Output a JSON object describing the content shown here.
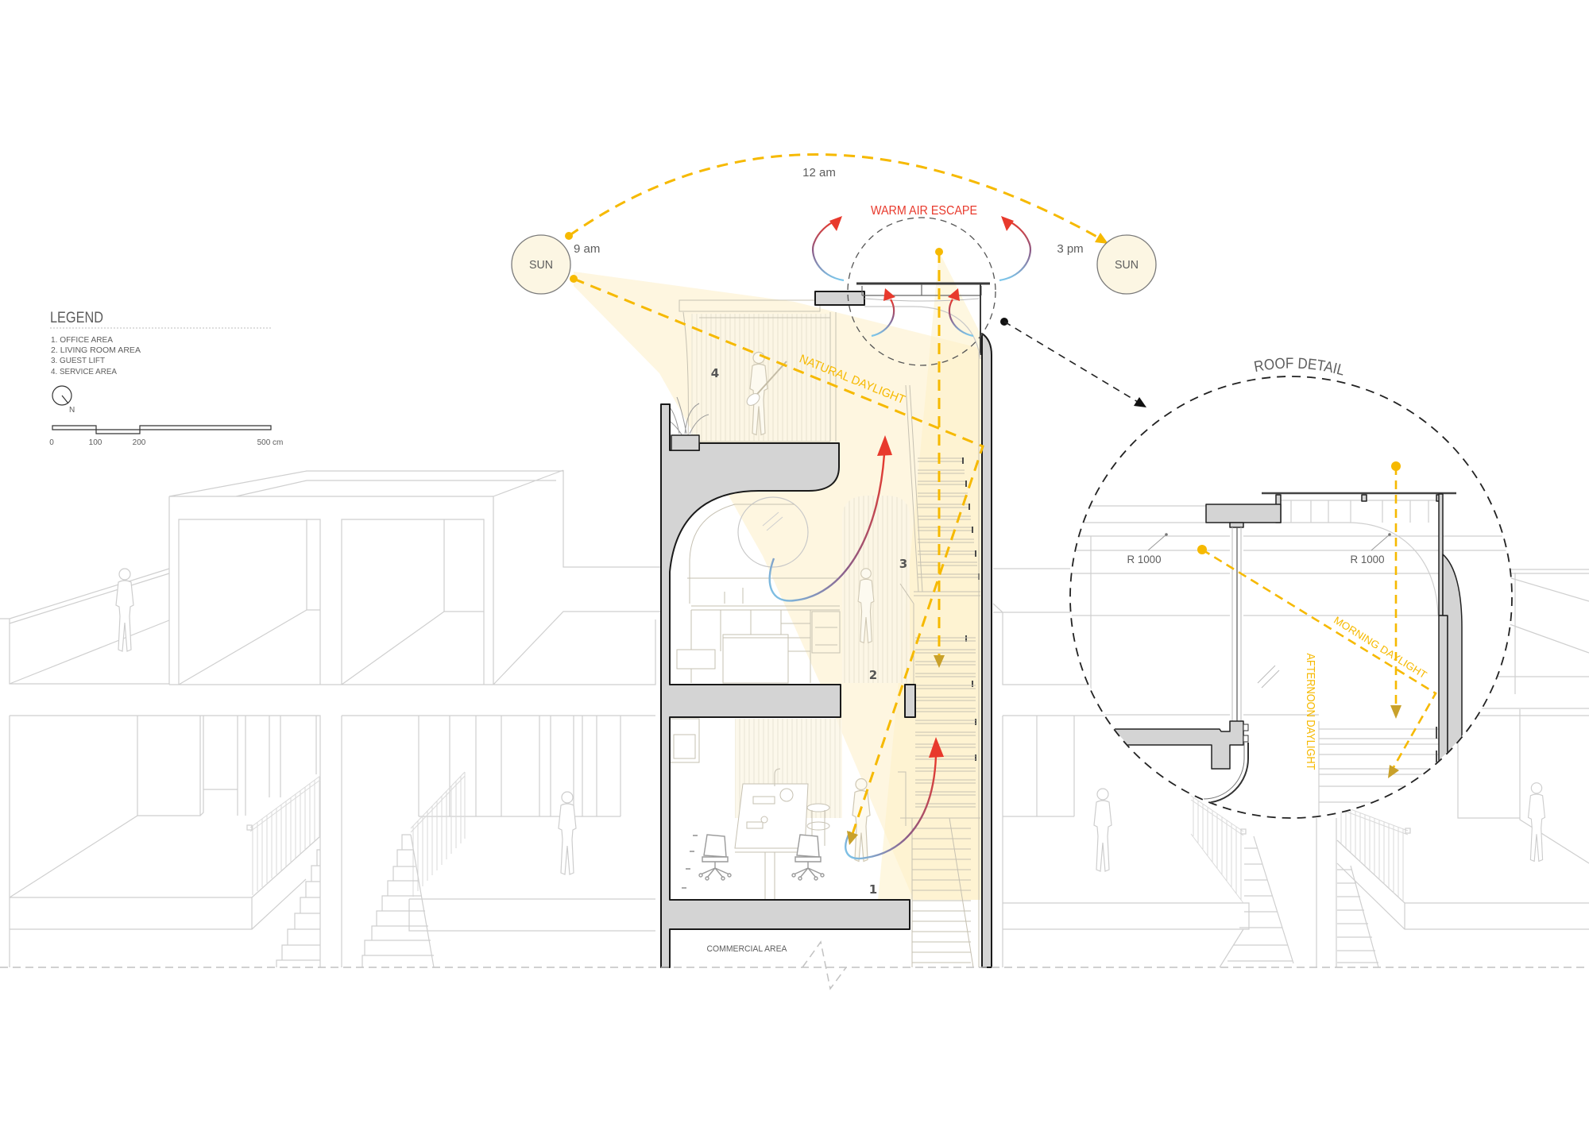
{
  "diagram": {
    "title": "Section with daylight and ventilation strategy",
    "colors": {
      "daylight": "#f6b900",
      "daylight_arrow": "#c9a12a",
      "warm_air": "#e8392c",
      "cool_air": "#7cc8ec",
      "section_fill": "#d4d4d4",
      "sun_fill": "#fcf6e3",
      "line_light": "#cfcfcf",
      "text": "#5d5d5d"
    }
  },
  "legend": {
    "title": "LEGEND",
    "items": [
      "1. OFFICE AREA",
      "2. LIVING ROOM AREA",
      "3. GUEST LIFT",
      "4. SERVICE AREA"
    ],
    "north_label": "N",
    "scale": {
      "ticks": [
        "0",
        "100",
        "200",
        "500 cm"
      ]
    }
  },
  "sun_path": {
    "morning_sun": "SUN",
    "afternoon_sun": "SUN",
    "morning_time": "9 am",
    "noon_time": "12 am",
    "afternoon_time": "3 pm"
  },
  "section": {
    "warm_air_label": "WARM AIR ESCAPE",
    "natural_daylight_label": "NATURAL DAYLIGHT",
    "commercial_label": "COMMERCIAL AREA",
    "floor_numbers": {
      "office": "1",
      "living": "2",
      "lift": "3",
      "service": "4"
    }
  },
  "roof_detail": {
    "title": "ROOF DETAIL",
    "radius_left": "R 1000",
    "radius_right": "R 1000",
    "morning_label": "MORNING DAYLIGHT",
    "afternoon_label": "AFTERNOON DAYLIGHT"
  }
}
